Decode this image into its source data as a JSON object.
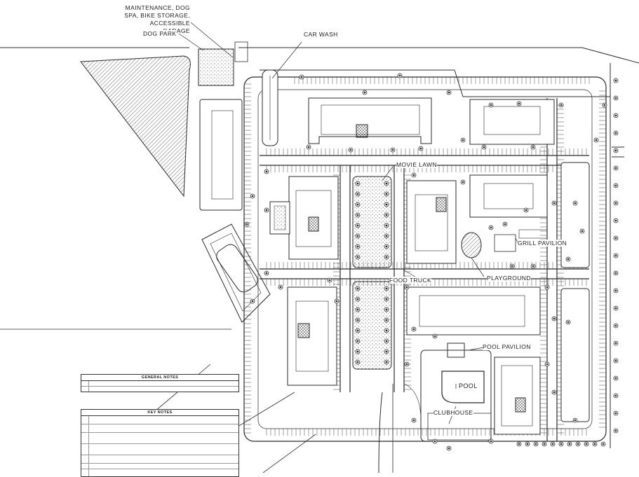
{
  "labels": {
    "maintenance": [
      "MAINTENANCE, DOG",
      "SPA, BIKE STORAGE,",
      "ACCESSIBLE GARAGE"
    ],
    "dog_park": "DOG PARK",
    "car_wash": "CAR WASH",
    "movie_lawn": "MOVIE LAWN",
    "grill_pavilion": "GRILL PAVILION",
    "playground": "PLAYGROUND",
    "food_truck": "FOOD TRUCK",
    "pool_pavilion": "POOL PAVILION",
    "pool": "POOL",
    "clubhouse": "CLUBHOUSE"
  },
  "notes": {
    "general_title": "GENERAL NOTES",
    "key_title": "KEY NOTES"
  },
  "colors": {
    "line": "#2b2b2b",
    "hatch": "#555555",
    "paper": "#ffffff"
  }
}
